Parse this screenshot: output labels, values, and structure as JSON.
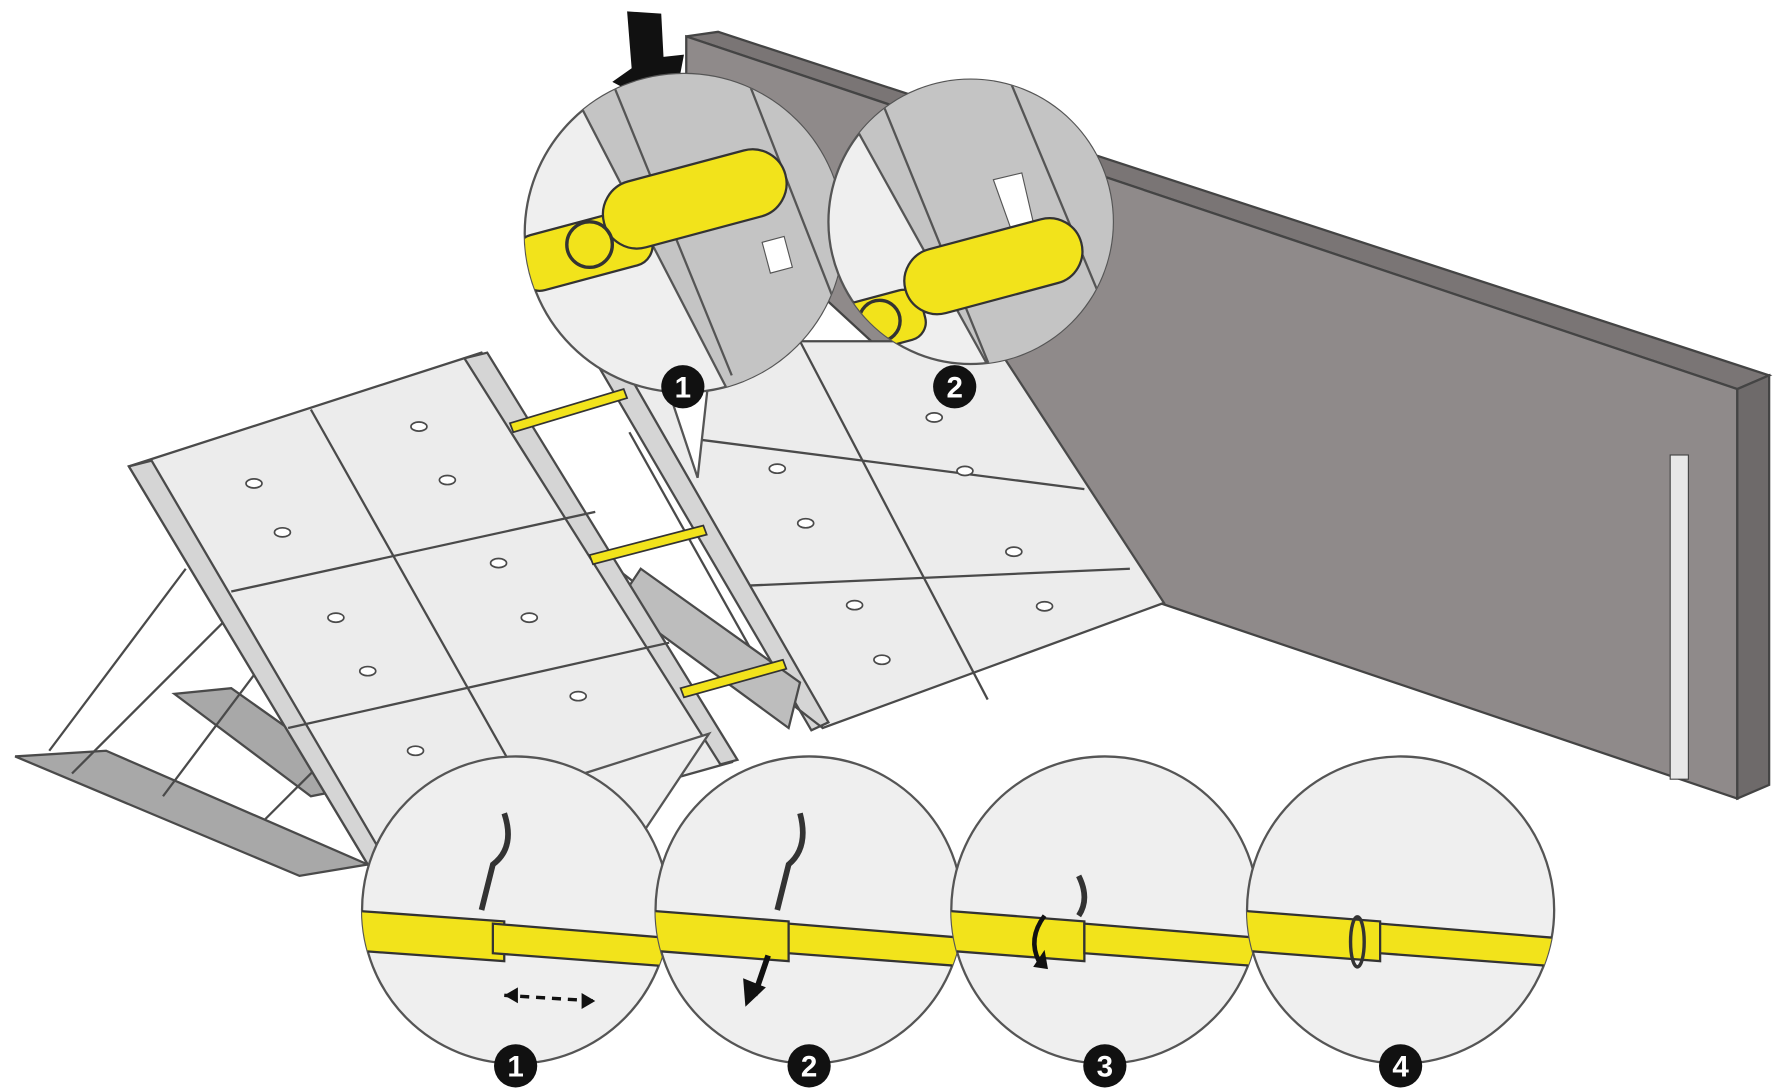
{
  "figure": {
    "top_callouts": [
      {
        "step": "1"
      },
      {
        "step": "2"
      }
    ],
    "bottom_steps": [
      {
        "step": "1"
      },
      {
        "step": "2"
      },
      {
        "step": "3"
      },
      {
        "step": "4"
      }
    ]
  },
  "colors": {
    "wall_front": "#8f8a8a",
    "wall_top": "#7a7575",
    "wall_side": "#6e6a6a",
    "panel": "#ececec",
    "outline": "#4a4a4a",
    "accent_yellow": "#f2e31b",
    "callout_bg": "#d9d9d9",
    "badge": "#111111"
  }
}
